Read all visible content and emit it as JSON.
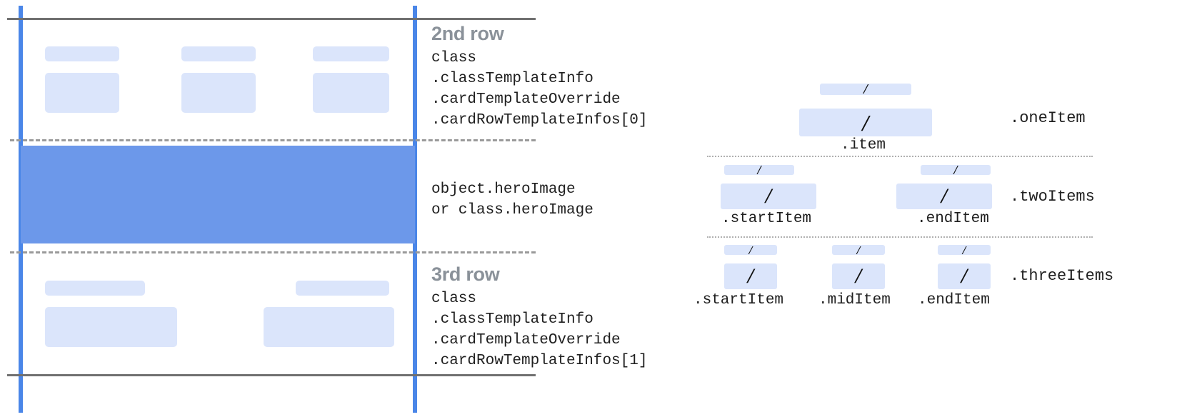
{
  "diagram": {
    "title_visible": false,
    "colors": {
      "accent_blue_bar": "#4a86e8",
      "hero_fill": "#6c98ea",
      "placeholder_fill": "#dbe5fb",
      "solid_rule": "#707070",
      "dashed_rule": "#9a9a9a",
      "dotted_rule": "#b0b0b0",
      "heading_gray": "#8a9199",
      "body_text": "#1f1f1f"
    }
  },
  "left_panel": {
    "rows": [
      {
        "id": "second-row",
        "heading": "2nd row",
        "code_lines": [
          "class",
          ".classTemplateInfo",
          ".cardTemplateOverride",
          ".cardRowTemplateInfos[0]"
        ],
        "cells": 3
      },
      {
        "id": "hero-row",
        "heading": "",
        "code_lines": [
          "object.heroImage",
          "or class.heroImage"
        ],
        "cells": 0
      },
      {
        "id": "third-row",
        "heading": "3rd row",
        "code_lines": [
          "class",
          ".classTemplateInfo",
          ".cardTemplateOverride",
          ".cardRowTemplateInfos[1]"
        ],
        "cells": 2
      }
    ]
  },
  "right_panel": {
    "groups": [
      {
        "id": "one-item",
        "row_label": ".oneItem",
        "items": [
          {
            "caption": ".item",
            "glyph": "/"
          }
        ]
      },
      {
        "id": "two-items",
        "row_label": ".twoItems",
        "items": [
          {
            "caption": ".startItem",
            "glyph": "/"
          },
          {
            "caption": ".endItem",
            "glyph": "/"
          }
        ]
      },
      {
        "id": "three-items",
        "row_label": ".threeItems",
        "items": [
          {
            "caption": ".startItem",
            "glyph": "/"
          },
          {
            "caption": ".midItem",
            "glyph": "/"
          },
          {
            "caption": ".endItem",
            "glyph": "/"
          }
        ]
      }
    ]
  }
}
